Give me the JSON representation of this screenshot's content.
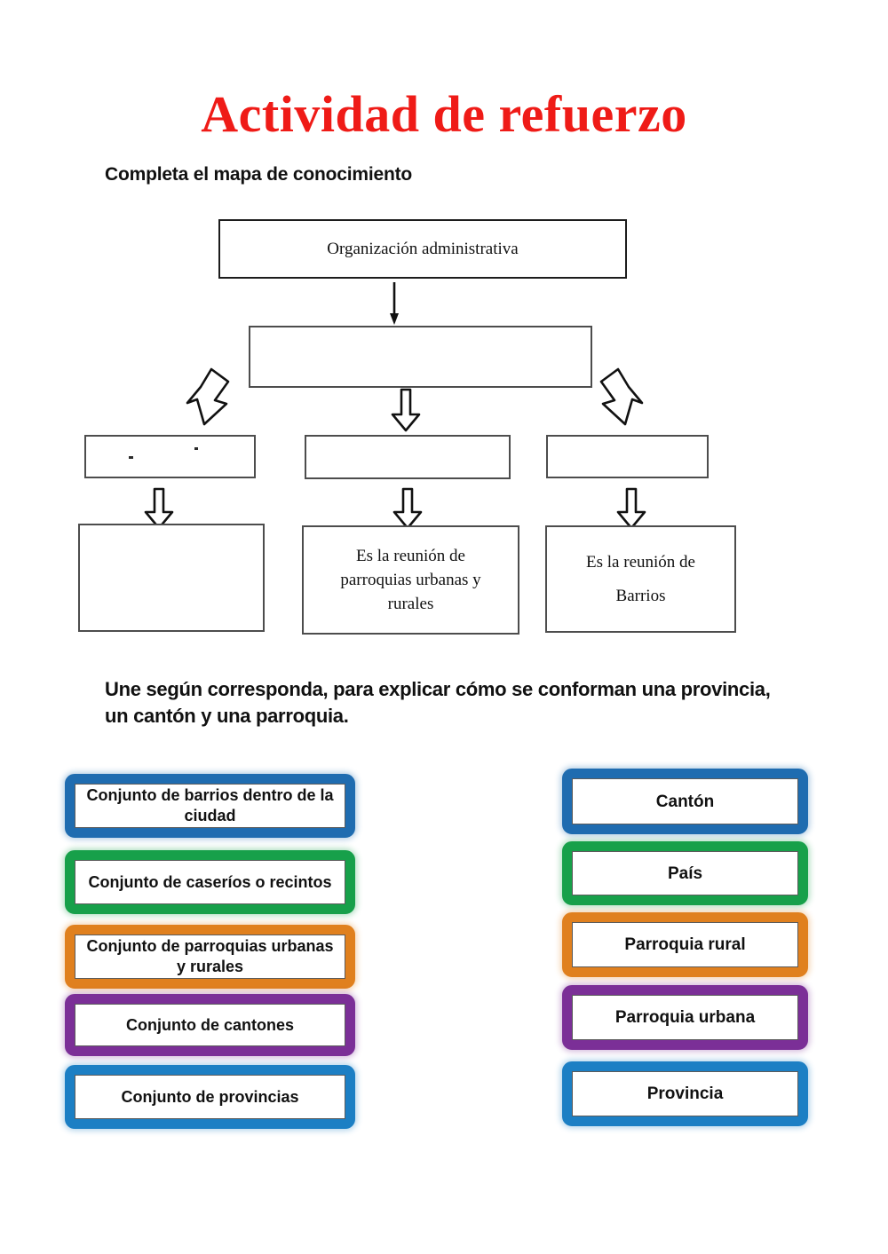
{
  "title": "Actividad de refuerzo",
  "instructions": {
    "first": "Completa el mapa de conocimiento",
    "second": "Une según corresponda, para explicar cómo se conforman una provincia, un cantón y una parroquia."
  },
  "concept_map": {
    "root": "Organización administrativa",
    "level1": "",
    "level2": [
      "",
      "",
      ""
    ],
    "level3": [
      "",
      "Es la reunión de parroquias urbanas y rurales",
      "Es la reunión  de\nBarrios"
    ],
    "level3_right_line1": "Es la reunión  de",
    "level3_right_line2": "Barrios",
    "level3_center_line1": "Es la reunión de",
    "level3_center_line2": "parroquias urbanas y",
    "level3_center_line3": "rurales"
  },
  "matching": {
    "left_column": [
      {
        "label": "Conjunto de barrios dentro de la ciudad",
        "color": "#1f6cb0"
      },
      {
        "label": "Conjunto de caseríos o recintos",
        "color": "#17a04a"
      },
      {
        "label": "Conjunto de parroquias urbanas y rurales",
        "color": "#e0801e"
      },
      {
        "label": "Conjunto de cantones",
        "color": "#7b2f97"
      },
      {
        "label": "Conjunto de provincias",
        "color": "#1c7fc4"
      }
    ],
    "right_column": [
      {
        "label": "Cantón",
        "color": "#1f6cb0"
      },
      {
        "label": "País",
        "color": "#17a04a"
      },
      {
        "label": "Parroquia rural",
        "color": "#e0801e"
      },
      {
        "label": "Parroquia urbana",
        "color": "#7b2f97"
      },
      {
        "label": "Provincia",
        "color": "#1c7fc4"
      }
    ]
  },
  "colors": {
    "title_red": "#ef1b17",
    "box_border": "#4d4d4d",
    "text": "#111111"
  }
}
